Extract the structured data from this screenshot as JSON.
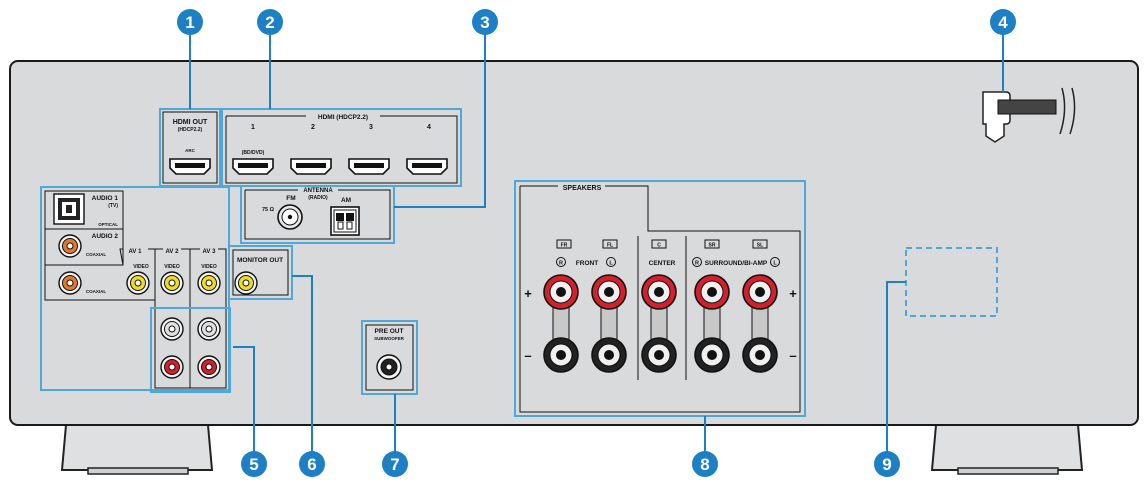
{
  "callouts": [
    "1",
    "2",
    "3",
    "4",
    "5",
    "6",
    "7",
    "8",
    "9"
  ],
  "labels": {
    "hdmi_out": "HDMI OUT",
    "hdmi_out_hdcp": "(HDCP2.2)",
    "arc": "ARC",
    "hdmi_in": "HDMI (HDCP2.2)",
    "hdmi_nums": [
      "1",
      "2",
      "3",
      "4"
    ],
    "bd_dvd": "(BD/DVD)",
    "antenna": "ANTENNA",
    "radio": "(RADIO)",
    "fm": "FM",
    "am": "AM",
    "ohm": "75 Ω",
    "audio1": "AUDIO 1",
    "tv": "(TV)",
    "optical": "OPTICAL",
    "audio2": "AUDIO 2",
    "coaxial": "COAXIAL",
    "av1": "AV 1",
    "av2": "AV 2",
    "av3": "AV 3",
    "video": "VIDEO",
    "monitor_out": "MONITOR OUT",
    "pre_out": "PRE OUT",
    "subwoofer": "SUBWOOFER",
    "speakers": "SPEAKERS",
    "front": "FRONT",
    "center": "CENTER",
    "surround": "SURROUND/BI-AMP",
    "fr": "FR",
    "fl": "FL",
    "c": "C",
    "sr": "SR",
    "sl": "SL",
    "r": "R",
    "l": "L",
    "plus": "+",
    "minus": "–"
  },
  "colors": {
    "panel": "#d9dadb",
    "callout": "#1d7fc4",
    "highlight": "#4fa8dc",
    "red": "#d4202a",
    "yellow": "#f2dc1f",
    "orange": "#e07a2a",
    "black": "#1a1a1a"
  }
}
